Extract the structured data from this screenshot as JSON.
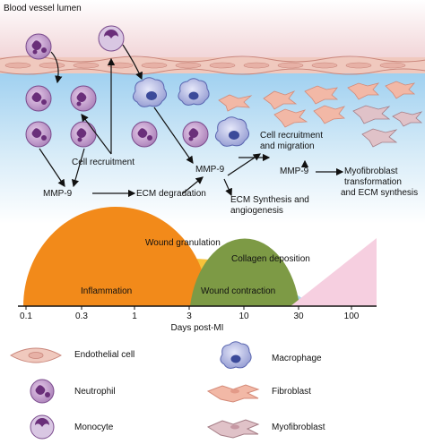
{
  "header": {
    "lumen_label": "Blood vessel lumen"
  },
  "flow": {
    "cell_recruitment": "Cell recruitment",
    "mmp9_left": "MMP-9",
    "ecm_degradation": "ECM degradation",
    "mmp9_mid": "MMP-9",
    "ecm_synthesis_line1": "ECM Synthesis and",
    "ecm_synthesis_line2": "angiogenesis",
    "cell_recruit_migr_line1": "Cell recruitment",
    "cell_recruit_migr_line2": "and migration",
    "mmp9_right": "MMP-9",
    "myofib_line1": "Myofibroblast",
    "myofib_line2": "transformation",
    "myofib_line3": "and ECM synthesis"
  },
  "phases": {
    "wound_granulation": "Wound granulation",
    "collagen_deposition": "Collagen deposition",
    "inflammation": "Inflammation",
    "wound_contraction": "Wound contraction",
    "colors": {
      "inflammation": "#f28a1a",
      "granulation": "#f7c23a",
      "collagen": "#a9d6ee",
      "contraction": "#7d9a45",
      "myofibroblast": "#f6cfe0"
    }
  },
  "axis": {
    "ticks": [
      "0.1",
      "0.3",
      "1",
      "3",
      "10",
      "30",
      "100"
    ],
    "label": "Days post-MI"
  },
  "legend": {
    "endothelial": "Endothelial cell",
    "neutrophil": "Neutrophil",
    "monocyte": "Monocyte",
    "macrophage": "Macrophage",
    "fibroblast": "Fibroblast",
    "myofibroblast": "Myofibroblast"
  }
}
